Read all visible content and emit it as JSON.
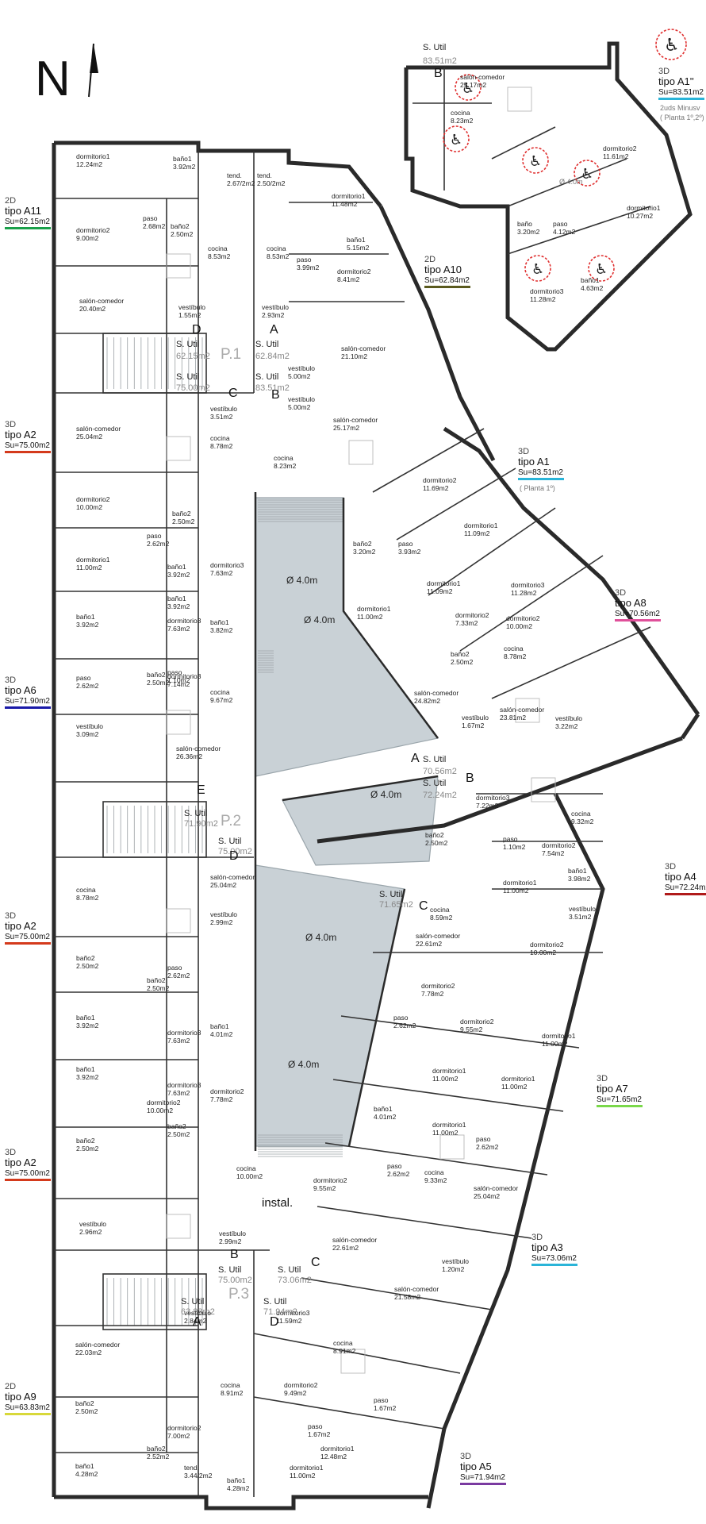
{
  "north": {
    "label": "N"
  },
  "unit_types": [
    {
      "key": "A11",
      "category": "2D",
      "name": "tipo A11",
      "area": "Su=62.15m2",
      "color": "#1aa04a"
    },
    {
      "key": "A10",
      "category": "2D",
      "name": "tipo A10",
      "area": "Su=62.84m2",
      "color": "#5a5a1e"
    },
    {
      "key": "A1pp",
      "category": "3D",
      "name": "tipo A1''",
      "area": "Su=83.51m2",
      "color": "#2ab4d8",
      "note1": "2uds Minusv",
      "note2": "( Planta 1º,2º)"
    },
    {
      "key": "A1",
      "category": "3D",
      "name": "tipo A1",
      "area": "Su=83.51m2",
      "color": "#2ab4d8",
      "note1": "( Planta 1º)"
    },
    {
      "key": "A2a",
      "category": "3D",
      "name": "tipo A2",
      "area": "Su=75.00m2",
      "color": "#d43a1c"
    },
    {
      "key": "A8",
      "category": "3D",
      "name": "tipo A8",
      "area": "Su=70.56m2",
      "color": "#e0509a"
    },
    {
      "key": "A6",
      "category": "3D",
      "name": "tipo A6",
      "area": "Su=71.90m2",
      "color": "#1a1aa8"
    },
    {
      "key": "A4",
      "category": "3D",
      "name": "tipo A4",
      "area": "Su=72.24m2",
      "color": "#b01a1a"
    },
    {
      "key": "A2b",
      "category": "3D",
      "name": "tipo A2",
      "area": "Su=75.00m2",
      "color": "#d43a1c"
    },
    {
      "key": "A7",
      "category": "3D",
      "name": "tipo A7",
      "area": "Su=71.65m2",
      "color": "#7ad84a"
    },
    {
      "key": "A2c",
      "category": "3D",
      "name": "tipo A2",
      "area": "Su=75.00m2",
      "color": "#d43a1c"
    },
    {
      "key": "A3",
      "category": "3D",
      "name": "tipo A3",
      "area": "Su=73.06m2",
      "color": "#2ab4d8"
    },
    {
      "key": "A9",
      "category": "2D",
      "name": "tipo A9",
      "area": "Su=63.83m2",
      "color": "#d8d83a"
    },
    {
      "key": "A5",
      "category": "3D",
      "name": "tipo A5",
      "area": "Su=71.94m2",
      "color": "#7a3aa0"
    }
  ],
  "utility_labels": [
    {
      "label": "S. Util",
      "value": "83.51m2",
      "letter": "B"
    },
    {
      "label": "S. Util",
      "value": "62.15m2",
      "letter": "D"
    },
    {
      "label": "S. Util",
      "value": "62.84m2",
      "letter": "A"
    },
    {
      "label": "S. Util",
      "value": "75.00m2",
      "letter": "C"
    },
    {
      "label": "S. Util",
      "value": "83.51m2",
      "letter": "B"
    },
    {
      "label": "S. Util",
      "value": "70.56m2",
      "letter": "A"
    },
    {
      "label": "S. Util",
      "value": "72.24m2",
      "letter": "B"
    },
    {
      "label": "S. Util",
      "value": "71.90m2",
      "letter": "E"
    },
    {
      "label": "S. Util",
      "value": "75.00m2",
      "letter": "D"
    },
    {
      "label": "S. Util",
      "value": "71.65m2",
      "letter": "C"
    },
    {
      "label": "S. Util",
      "value": "75.00m2",
      "letter": "B"
    },
    {
      "label": "S. Util",
      "value": "73.06m2",
      "letter": "C"
    },
    {
      "label": "S. Util",
      "value": "63.83m2",
      "letter": "A"
    },
    {
      "label": "S. Util",
      "value": "71.94m2",
      "letter": "D"
    }
  ],
  "levels": [
    "P.1",
    "P.2",
    "P.3"
  ],
  "atrium_labels": [
    "Ø 4.0m",
    "Ø 4.0m",
    "Ø 4.0m",
    "Ø 4.0m",
    "Ø 4.0m",
    "Ø 4.0m"
  ],
  "instal_label": "instal.",
  "rooms": [
    {
      "name": "baño1",
      "area": "3.92m2"
    },
    {
      "name": "dormitorio1",
      "area": "12.24m2"
    },
    {
      "name": "tend.",
      "area": "2.67/2m2"
    },
    {
      "name": "tend.",
      "area": "2.50/2m2"
    },
    {
      "name": "dormitorio1",
      "area": "11.48m2"
    },
    {
      "name": "paso",
      "area": "2.68m2"
    },
    {
      "name": "baño2",
      "area": "2.50m2"
    },
    {
      "name": "dormitorio2",
      "area": "9.00m2"
    },
    {
      "name": "cocina",
      "area": "8.53m2"
    },
    {
      "name": "cocina",
      "area": "8.53m2"
    },
    {
      "name": "baño1",
      "area": "5.15m2"
    },
    {
      "name": "paso",
      "area": "3.99m2"
    },
    {
      "name": "dormitorio2",
      "area": "8.41m2"
    },
    {
      "name": "salón-comedor",
      "area": "20.40m2"
    },
    {
      "name": "vestíbulo",
      "area": "1.55m2"
    },
    {
      "name": "vestíbulo",
      "area": "2.93m2"
    },
    {
      "name": "salón-comedor",
      "area": "21.10m2"
    },
    {
      "name": "vestíbulo",
      "area": "5.00m2"
    },
    {
      "name": "salón-comedor",
      "area": "25.17m2"
    },
    {
      "name": "cocina",
      "area": "8.23m2"
    },
    {
      "name": "dormitorio2",
      "area": "11.61m2"
    },
    {
      "name": "dormitorio1",
      "area": "10.27m2"
    },
    {
      "name": "baño",
      "area": "3.20m2"
    },
    {
      "name": "paso",
      "area": "4.12m2"
    },
    {
      "name": "dormitorio3",
      "area": "11.28m2"
    },
    {
      "name": "baño1",
      "area": "4.63m2"
    },
    {
      "name": "vestíbulo",
      "area": "3.51m2"
    },
    {
      "name": "vestíbulo",
      "area": "5.00m2"
    },
    {
      "name": "salón-comedor",
      "area": "25.04m2"
    },
    {
      "name": "salón-comedor",
      "area": "25.17m2"
    },
    {
      "name": "cocina",
      "area": "8.78m2"
    },
    {
      "name": "cocina",
      "area": "8.23m2"
    },
    {
      "name": "dormitorio2",
      "area": "11.69m2"
    },
    {
      "name": "dormitorio2",
      "area": "10.00m2"
    },
    {
      "name": "baño2",
      "area": "2.50m2"
    },
    {
      "name": "dormitorio1",
      "area": "11.09m2"
    },
    {
      "name": "paso",
      "area": "2.62m2"
    },
    {
      "name": "baño2",
      "area": "3.20m2"
    },
    {
      "name": "paso",
      "area": "3.93m2"
    },
    {
      "name": "dormitorio1",
      "area": "11.00m2"
    },
    {
      "name": "baño1",
      "area": "3.92m2"
    },
    {
      "name": "dormitorio3",
      "area": "7.63m2"
    },
    {
      "name": "baño1",
      "area": "3.92m2"
    },
    {
      "name": "dormitorio1",
      "area": "11.09m2"
    },
    {
      "name": "dormitorio3",
      "area": "11.28m2"
    },
    {
      "name": "dormitorio1",
      "area": "11.00m2"
    },
    {
      "name": "baño1",
      "area": "3.92m2"
    },
    {
      "name": "dormitorio3",
      "area": "7.63m2"
    },
    {
      "name": "baño1",
      "area": "3.82m2"
    },
    {
      "name": "dormitorio2",
      "area": "7.33m2"
    },
    {
      "name": "dormitorio2",
      "area": "10.00m2"
    },
    {
      "name": "paso",
      "area": "2.62m2"
    },
    {
      "name": "baño2",
      "area": "2.50m2"
    },
    {
      "name": "paso",
      "area": "1.10m2"
    },
    {
      "name": "baño2",
      "area": "2.50m2"
    },
    {
      "name": "dormitorio3",
      "area": "7.14m2"
    },
    {
      "name": "cocina",
      "area": "8.78m2"
    },
    {
      "name": "cocina",
      "area": "9.67m2"
    },
    {
      "name": "salón-comedor",
      "area": "24.82m2"
    },
    {
      "name": "salón-comedor",
      "area": "23.81m2"
    },
    {
      "name": "vestíbulo",
      "area": "3.09m2"
    },
    {
      "name": "vestíbulo",
      "area": "1.67m2"
    },
    {
      "name": "salón-comedor",
      "area": "26.36m2"
    },
    {
      "name": "vestíbulo",
      "area": "3.22m2"
    },
    {
      "name": "dormitorio3",
      "area": "7.22m2"
    },
    {
      "name": "cocina",
      "area": "9.32m2"
    },
    {
      "name": "baño2",
      "area": "2.50m2"
    },
    {
      "name": "paso",
      "area": "1.10m2"
    },
    {
      "name": "dormitorio2",
      "area": "7.54m2"
    },
    {
      "name": "baño1",
      "area": "3.98m2"
    },
    {
      "name": "dormitorio1",
      "area": "11.00m2"
    },
    {
      "name": "vestíbulo",
      "area": "3.51m2"
    },
    {
      "name": "salón-comedor",
      "area": "25.04m2"
    },
    {
      "name": "cocina",
      "area": "8.78m2"
    },
    {
      "name": "vestíbulo",
      "area": "2.99m2"
    },
    {
      "name": "cocina",
      "area": "8.59m2"
    },
    {
      "name": "salón-comedor",
      "area": "22.61m2"
    },
    {
      "name": "dormitorio2",
      "area": "10.00m2"
    },
    {
      "name": "baño2",
      "area": "2.50m2"
    },
    {
      "name": "paso",
      "area": "2.62m2"
    },
    {
      "name": "baño2",
      "area": "2.50m2"
    },
    {
      "name": "dormitorio2",
      "area": "7.78m2"
    },
    {
      "name": "paso",
      "area": "2.62m2"
    },
    {
      "name": "dormitorio2",
      "area": "9.55m2"
    },
    {
      "name": "dormitorio1",
      "area": "11.00m2"
    },
    {
      "name": "baño1",
      "area": "3.92m2"
    },
    {
      "name": "dormitorio3",
      "area": "7.63m2"
    },
    {
      "name": "baño1",
      "area": "4.01m2"
    },
    {
      "name": "dormitorio1",
      "area": "11.00m2"
    },
    {
      "name": "dormitorio1",
      "area": "11.00m2"
    },
    {
      "name": "baño1",
      "area": "3.92m2"
    },
    {
      "name": "dormitorio3",
      "area": "7.63m2"
    },
    {
      "name": "dormitorio2",
      "area": "7.78m2"
    },
    {
      "name": "baño1",
      "area": "4.01m2"
    },
    {
      "name": "dormitorio1",
      "area": "11.00m2"
    },
    {
      "name": "paso",
      "area": "2.62m2"
    },
    {
      "name": "dormitorio2",
      "area": "10.00m2"
    },
    {
      "name": "baño2",
      "area": "2.50m2"
    },
    {
      "name": "baño2",
      "area": "2.50m2"
    },
    {
      "name": "paso",
      "area": "2.62m2"
    },
    {
      "name": "cocina",
      "area": "9.33m2"
    },
    {
      "name": "cocina",
      "area": "10.00m2"
    },
    {
      "name": "dormitorio2",
      "area": "9.55m2"
    },
    {
      "name": "salón-comedor",
      "area": "25.04m2"
    },
    {
      "name": "vestíbulo",
      "area": "2.96m2"
    },
    {
      "name": "vestíbulo",
      "area": "2.99m2"
    },
    {
      "name": "salón-comedor",
      "area": "22.61m2"
    },
    {
      "name": "vestíbulo",
      "area": "1.20m2"
    },
    {
      "name": "vestíbulo",
      "area": "2.84m2"
    },
    {
      "name": "dormitorio3",
      "area": "11.59m2"
    },
    {
      "name": "salón-comedor",
      "area": "21.58m2"
    },
    {
      "name": "salón-comedor",
      "area": "22.03m2"
    },
    {
      "name": "cocina",
      "area": "8.91m2"
    },
    {
      "name": "cocina",
      "area": "8.91m2"
    },
    {
      "name": "dormitorio2",
      "area": "9.49m2"
    },
    {
      "name": "baño2",
      "area": "2.50m2"
    },
    {
      "name": "dormitorio2",
      "area": "7.00m2"
    },
    {
      "name": "paso",
      "area": "1.67m2"
    },
    {
      "name": "baño2",
      "area": "2.52m2"
    },
    {
      "name": "paso",
      "area": "1.67m2"
    },
    {
      "name": "dormitorio1",
      "area": "12.48m2"
    },
    {
      "name": "baño1",
      "area": "4.28m2"
    },
    {
      "name": "tend.",
      "area": "3.44/2m2"
    },
    {
      "name": "baño1",
      "area": "4.28m2"
    },
    {
      "name": "dormitorio1",
      "area": "11.00m2"
    }
  ]
}
